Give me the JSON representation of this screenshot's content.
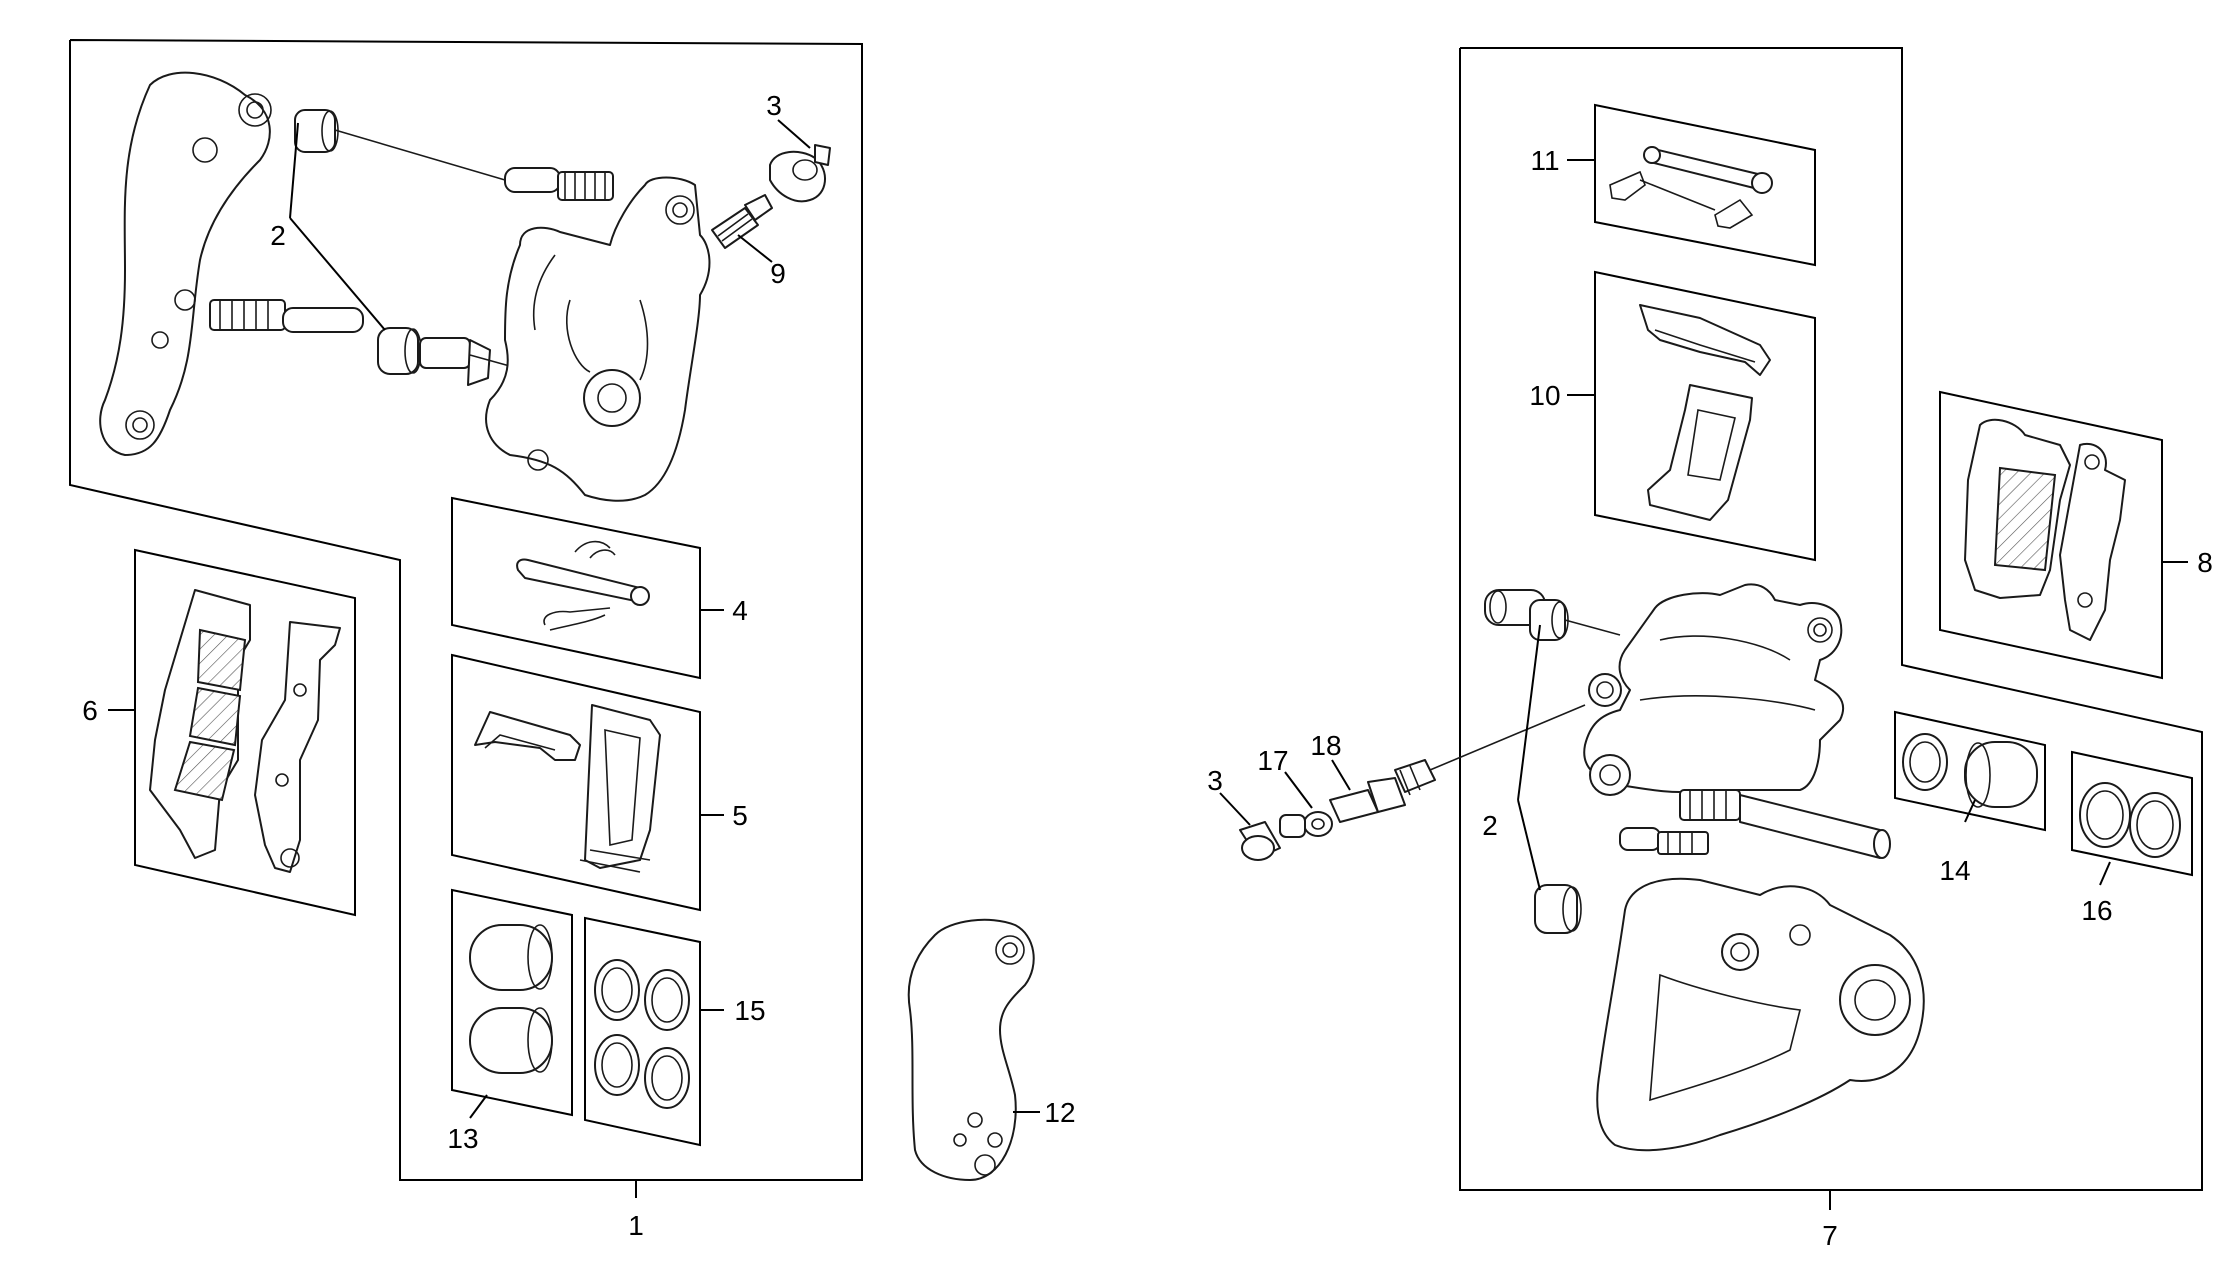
{
  "diagram": {
    "callouts": {
      "c1": "1",
      "c2a": "2",
      "c3a": "3",
      "c4": "4",
      "c5": "5",
      "c6": "6",
      "c9": "9",
      "c12": "12",
      "c13": "13",
      "c15": "15",
      "c7": "7",
      "c8": "8",
      "c10": "10",
      "c11": "11",
      "c14": "14",
      "c16": "16",
      "c2b": "2",
      "c3b": "3",
      "c17": "17",
      "c18": "18"
    }
  }
}
